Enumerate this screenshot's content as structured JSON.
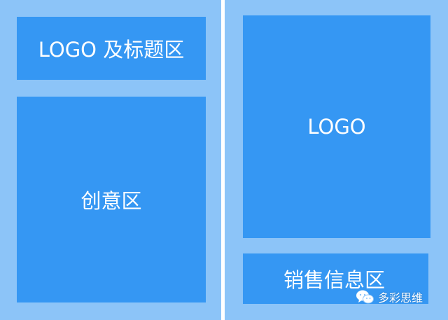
{
  "colors": {
    "background": "#ffffff",
    "panel": "#8cc4f8",
    "block": "#3597f3",
    "text": "#ffffff"
  },
  "left_layout": {
    "header_block": {
      "label": "LOGO 及标题区"
    },
    "main_block": {
      "label": "创意区"
    }
  },
  "right_layout": {
    "main_block": {
      "label": "LOGO"
    },
    "footer_block": {
      "label": "销售信息区"
    }
  },
  "watermark": {
    "icon": "wechat-icon",
    "text": "多彩思维"
  }
}
